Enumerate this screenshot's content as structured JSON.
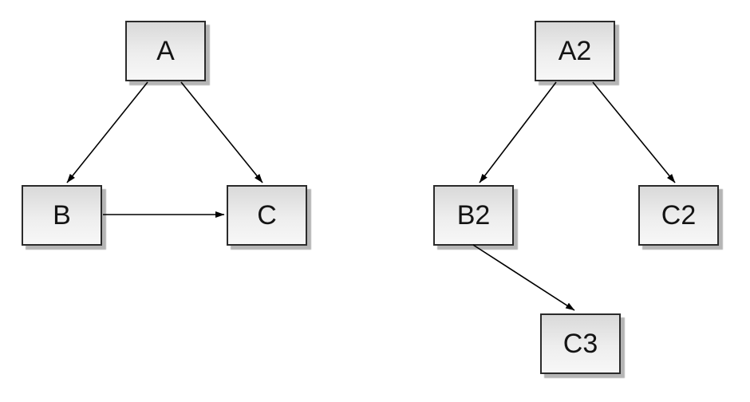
{
  "page": {
    "background_color": "#ffffff"
  },
  "diagram": {
    "style": {
      "node_border_color": "#2b2b2b",
      "node_fill_top": "#d9d9d9",
      "node_fill_bottom": "#f7f7f7",
      "node_shadow_color": "#b5b5b5",
      "edge_color": "#000000",
      "text_color": "#141414"
    },
    "left_graph": {
      "nodes": [
        {
          "id": "A",
          "label": "A"
        },
        {
          "id": "B",
          "label": "B"
        },
        {
          "id": "C",
          "label": "C"
        }
      ],
      "edges": [
        {
          "from": "A",
          "to": "B"
        },
        {
          "from": "A",
          "to": "C"
        },
        {
          "from": "B",
          "to": "C"
        }
      ]
    },
    "right_graph": {
      "nodes": [
        {
          "id": "A2",
          "label": "A2"
        },
        {
          "id": "B2",
          "label": "B2"
        },
        {
          "id": "C2",
          "label": "C2"
        },
        {
          "id": "C3",
          "label": "C3"
        }
      ],
      "edges": [
        {
          "from": "A2",
          "to": "B2"
        },
        {
          "from": "A2",
          "to": "C2"
        },
        {
          "from": "B2",
          "to": "C3"
        }
      ]
    }
  }
}
